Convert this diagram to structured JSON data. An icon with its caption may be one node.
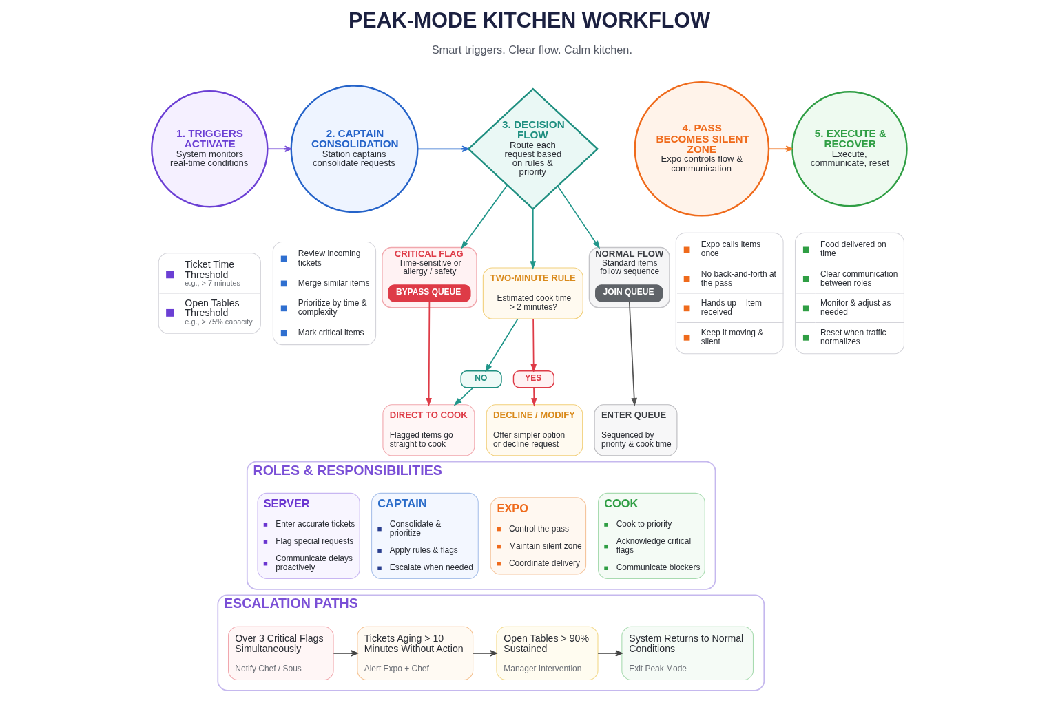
{
  "diagram": {
    "title": "PEAK-MODE KITCHEN WORKFLOW",
    "nodes": [
      {
        "text": [
          "1. TRIGGERS ACTIVATE",
          "System monitors real-time conditions"
        ]
      },
      {
        "text": [
          "2. CAPTAIN CONSOLIDATION",
          "Station captains consolidate requests"
        ]
      },
      {
        "text": [
          "3. DECISION FLOW",
          "Route each request based on rules & priority"
        ]
      },
      {
        "text": [
          "4. PASS BECOMES SILENT ZONE",
          "Expo controls flow & communication"
        ]
      },
      {
        "text": [
          "5. EXECUTE & RECOVER",
          "Execute, communicate, reset"
        ]
      },
      {
        "text": [
          "Ticket Time Threshold",
          "e.g., > 7 minutes",
          "Open Tables Threshold",
          "e.g., > 75% capacity"
        ]
      },
      {
        "text": [
          "Review incoming tickets",
          "Merge similar items",
          "Prioritize by time & complexity",
          "Mark critical items"
        ]
      },
      {
        "text": [
          "CRITICAL FLAG",
          "Time-sensitive or allergy / safety"
        ]
      },
      {
        "text": [
          "BYPASS QUEUE"
        ],
        "in": 7
      },
      {
        "text": [
          "TWO-MINUTE RULE",
          "Estimated cook time > 2 minutes?"
        ]
      },
      {
        "text": [
          "NORMAL FLOW",
          "Standard items follow sequence"
        ]
      },
      {
        "text": [
          "JOIN QUEUE"
        ],
        "in": 10
      },
      {
        "text": [
          "Expo calls items once",
          "No back-and-forth at the pass",
          "Hands up = Item received",
          "Keep it moving & silent"
        ]
      },
      {
        "text": [
          "Food delivered on time",
          "Clear communication between roles",
          "Monitor & adjust as needed",
          "Reset when traffic normalizes"
        ]
      },
      {
        "text": [
          "NO"
        ]
      },
      {
        "text": [
          "YES"
        ]
      },
      {
        "text": [
          "DIRECT TO COOK",
          "Flagged items go straight to cook"
        ]
      },
      {
        "text": [
          "DECLINE / MODIFY",
          "Offer simpler option or decline request"
        ]
      },
      {
        "text": [
          "ENTER QUEUE",
          "Sequenced by priority & cook time"
        ]
      },
      {
        "text": [
          "ROLES & RESPONSIBILITIES"
        ]
      },
      {
        "text": [
          "SERVER",
          "Enter accurate tickets",
          "Flag special requests",
          "Communicate delays proactively"
        ],
        "in": 19
      },
      {
        "text": [
          "CAPTAIN",
          "Consolidate & prioritize",
          "Apply rules & flags",
          "Escalate when needed"
        ],
        "in": 19
      },
      {
        "text": [
          "EXPO",
          "Control the pass",
          "Maintain silent zone",
          "Coordinate delivery"
        ],
        "in": 19
      },
      {
        "text": [
          "COOK",
          "Cook to priority",
          "Acknowledge critical flags",
          "Communicate blockers"
        ],
        "in": 19
      },
      {
        "text": [
          "ESCALATION PATHS"
        ]
      },
      {
        "text": [
          "Over 3 Critical Flags Simultaneously",
          "Notify Chef / Sous"
        ],
        "in": 24
      },
      {
        "text": [
          "Tickets Aging > 10 Minutes Without Action",
          "Alert Expo + Chef"
        ],
        "in": 24
      },
      {
        "text": [
          "Open Tables > 90% Sustained",
          "Manager Intervention"
        ],
        "in": 24
      },
      {
        "text": [
          "System Returns to Normal Conditions",
          "Exit Peak Mode"
        ],
        "in": 24
      }
    ],
    "edges": [
      {
        "from": 0,
        "to": 1,
        "arrow": "to",
        "color": "#7b52d9"
      },
      {
        "from": 1,
        "to": 2,
        "arrow": "to",
        "color": "#2f6fd0"
      },
      {
        "from": 3,
        "to": 4,
        "arrow": "to",
        "color": "#f07a2a"
      },
      {
        "from": 2,
        "to": 7,
        "arrow": "to"
      },
      {
        "from": 2,
        "to": 9,
        "arrow": "to"
      },
      {
        "from": 2,
        "to": 10,
        "arrow": "to"
      },
      {
        "from": 8,
        "to": 16,
        "arrow": "to",
        "color": "#de3b47"
      },
      {
        "from": 9,
        "to": 14,
        "arrow": "to"
      },
      {
        "from": 9,
        "to": 15,
        "arrow": "to",
        "color": "#de3b47"
      },
      {
        "from": 14,
        "to": 16,
        "arrow": "to"
      },
      {
        "from": 15,
        "to": 17,
        "arrow": "to",
        "color": "#de3b47"
      },
      {
        "from": 11,
        "to": 18,
        "arrow": "to",
        "color": "#555555"
      },
      {
        "from": 25,
        "to": 26,
        "arrow": "to",
        "color": "#444444"
      },
      {
        "from": 26,
        "to": 27,
        "arrow": "to",
        "color": "#444444"
      },
      {
        "from": 27,
        "to": 28,
        "arrow": "to",
        "color": "#444444"
      }
    ],
    "labels": [
      "Smart triggers. Clear flow. Calm kitchen."
    ]
  }
}
